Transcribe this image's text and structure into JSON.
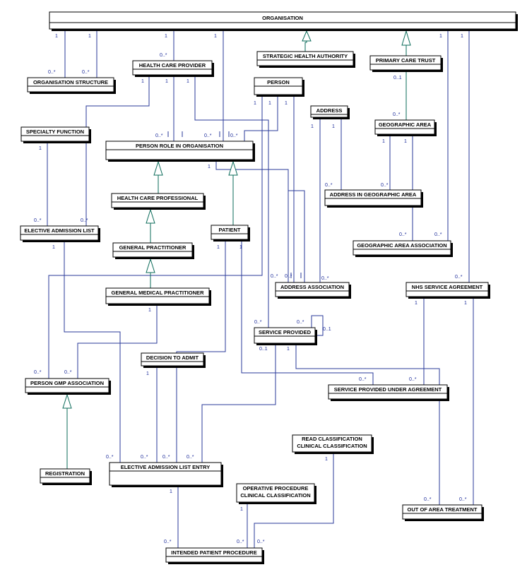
{
  "entities": {
    "organisation": "ORGANISATION",
    "organisation_structure": "ORGANISATION STRUCTURE",
    "health_care_provider": "HEALTH CARE PROVIDER",
    "strategic_health_authority": "STRATEGIC HEALTH AUTHORITY",
    "primary_care_trust": "PRIMARY CARE TRUST",
    "person": "PERSON",
    "address": "ADDRESS",
    "geographic_area": "GEOGRAPHIC AREA",
    "specialty_function": "SPECIALTY FUNCTION",
    "person_role_in_organisation": "PERSON ROLE IN ORGANISATION",
    "address_in_geographic_area": "ADDRESS IN GEOGRAPHIC AREA",
    "health_care_professional": "HEALTH CARE PROFESSIONAL",
    "elective_admission_list": "ELECTIVE ADMISSION LIST",
    "patient": "PATIENT",
    "geographic_area_association": "GEOGRAPHIC AREA ASSOCIATION",
    "general_practitioner": "GENERAL PRACTITIONER",
    "address_association": "ADDRESS ASSOCIATION",
    "nhs_service_agreement": "NHS SERVICE AGREEMENT",
    "general_medical_practitioner": "GENERAL MEDICAL PRACTITIONER",
    "service_provided": "SERVICE PROVIDED",
    "decision_to_admit": "DECISION TO ADMIT",
    "person_gmp_association": "PERSON GMP ASSOCIATION",
    "service_provided_under_agreement": "SERVICE PROVIDED UNDER AGREEMENT",
    "read_classification_line1": "READ CLASSIFICATION",
    "read_classification_line2": "CLINICAL CLASSIFICATION",
    "registration": "REGISTRATION",
    "elective_admission_list_entry": "ELECTIVE ADMISSION LIST ENTRY",
    "operative_procedure_line1": "OPERATIVE PROCEDURE",
    "operative_procedure_line2": "CLINICAL CLASSIFICATION",
    "out_of_area_treatment": "OUT OF AREA TREATMENT",
    "intended_patient_procedure": "INTENDED PATIENT PROCEDURE"
  },
  "multiplicity": {
    "one": "1",
    "many": "0..*",
    "zero_or_one": "0..1"
  },
  "colors": {
    "association": "#2a3a9a",
    "generalization": "#0b6b5a",
    "label": "#1a2a9a"
  }
}
